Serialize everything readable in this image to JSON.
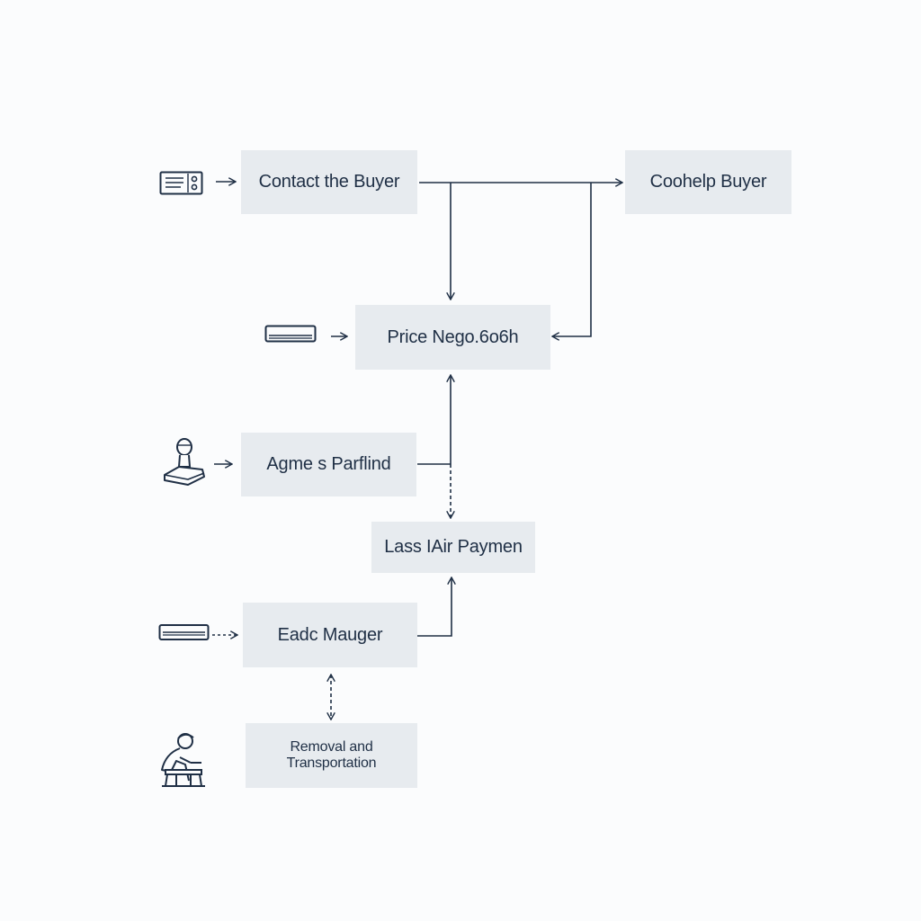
{
  "steps": {
    "contact_buyer": "Contact the Buyer",
    "right_buyer": "Coohelp Buyer",
    "price_negotiation": "Price Nego.6o6h",
    "agreement": "Agme s Parflind",
    "payment": "Lass IAir Paymen",
    "manager": "Eadc Mauger",
    "removal_line1": "Removal and",
    "removal_line2": "Transportation"
  },
  "icons": [
    "radio-icon",
    "air-conditioner-icon",
    "stamp-icon",
    "dvd-player-icon",
    "worker-icon"
  ],
  "colors": {
    "background": "#fbfcfd",
    "box_fill": "#e7ebef",
    "text": "#1f2f45",
    "line": "#1f2f45"
  }
}
